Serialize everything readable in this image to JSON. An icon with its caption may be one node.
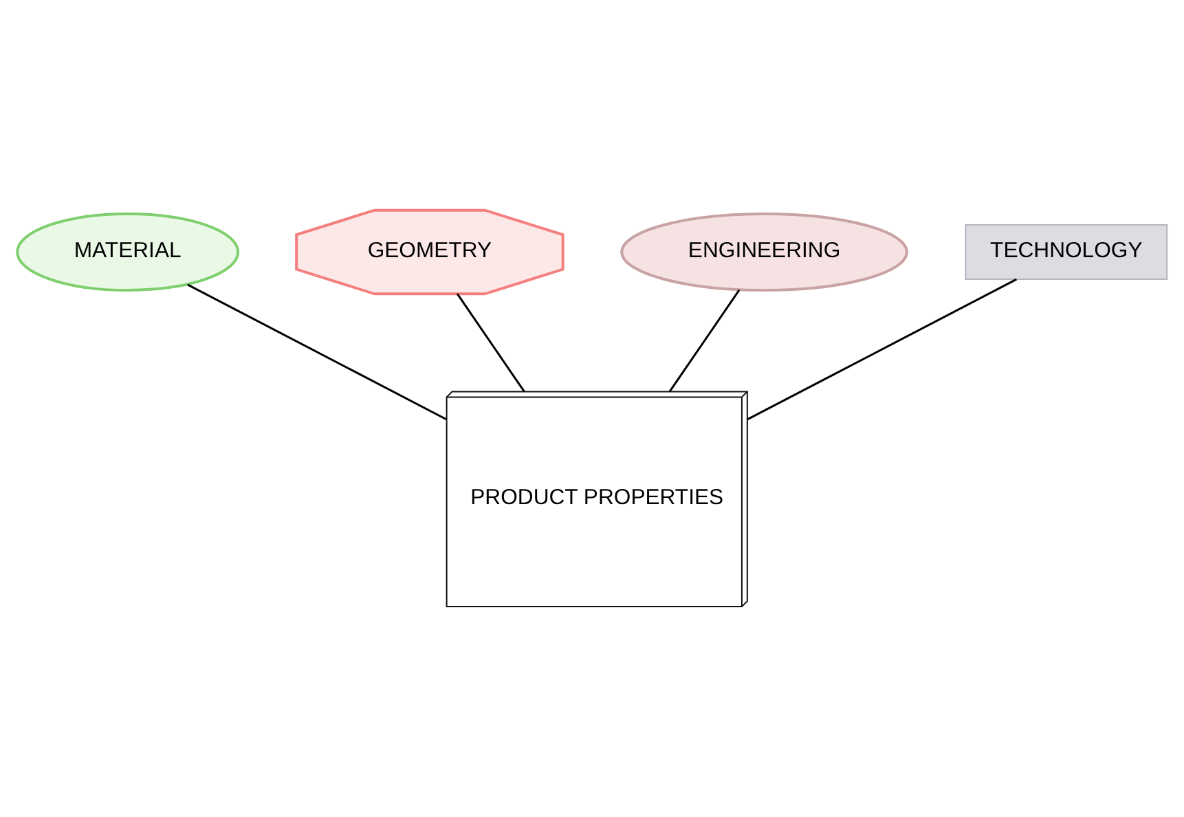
{
  "diagram": {
    "nodes": [
      {
        "text": [
          "MATERIAL"
        ]
      },
      {
        "text": [
          "GEOMETRY"
        ]
      },
      {
        "text": [
          "ENGINEERING"
        ]
      },
      {
        "text": [
          "TECHNOLOGY"
        ]
      },
      {
        "text": [
          "PRODUCT PROPERTIES"
        ]
      }
    ],
    "edges": [
      {
        "from": 3,
        "to": 4,
        "arrow": "none"
      },
      {
        "from": 0,
        "to": 4,
        "arrow": "none"
      },
      {
        "from": 1,
        "to": 4,
        "arrow": "none"
      },
      {
        "from": 2,
        "to": 4,
        "arrow": "none"
      }
    ]
  }
}
